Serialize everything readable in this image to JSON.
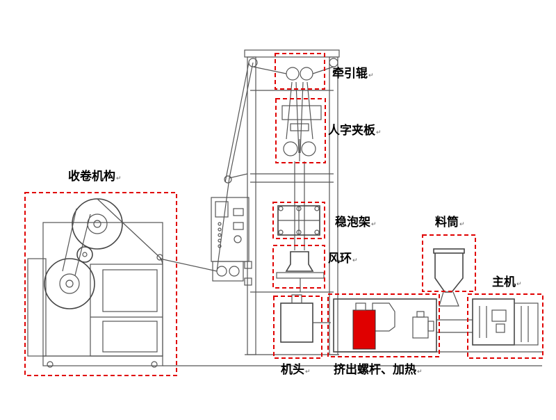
{
  "labels": {
    "traction_roller": "牵引辊",
    "herringbone_plate": "人字夹板",
    "winding_mechanism": "收卷机构",
    "bubble_stabilizer": "稳泡架",
    "air_ring": "风环",
    "hopper": "料筒",
    "main_motor": "主机",
    "die_head": "机头",
    "extrusion_screw_heating": "挤出螺杆、加热"
  },
  "paragraph_mark": "↵",
  "colors": {
    "highlight_box": "#e00000",
    "heater_block": "#e00000",
    "line": "#555555"
  }
}
